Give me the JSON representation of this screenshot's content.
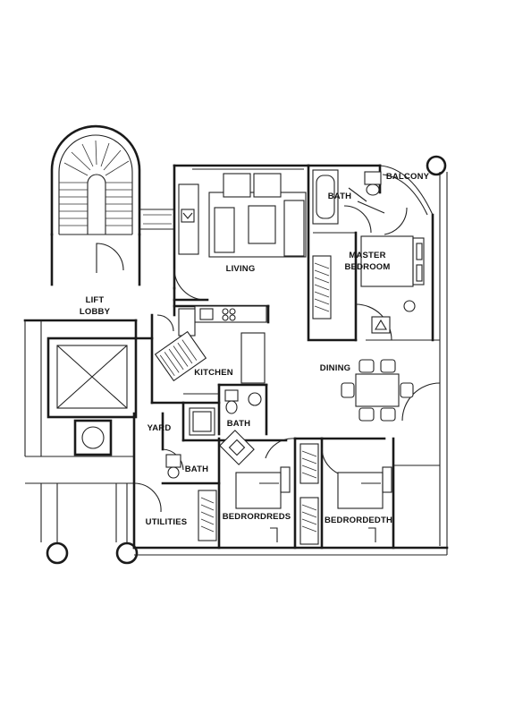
{
  "rooms": {
    "lift": "LIFT",
    "lobby": "LOBBY",
    "living": "LIVING",
    "kitchen": "KITCHEN",
    "dining": "DINING",
    "bath_master": "BATH",
    "balcony": "BALCONY",
    "master": "MASTER",
    "bedroom_word": "BEDROOM",
    "yard": "YARD",
    "bath_kitchen": "BATH",
    "bath_utility": "BATH",
    "utilities": "UTILITIES",
    "bedroom_left": "BEDRORDREDS",
    "bedroom_right": "BEDRORDEDTH"
  }
}
